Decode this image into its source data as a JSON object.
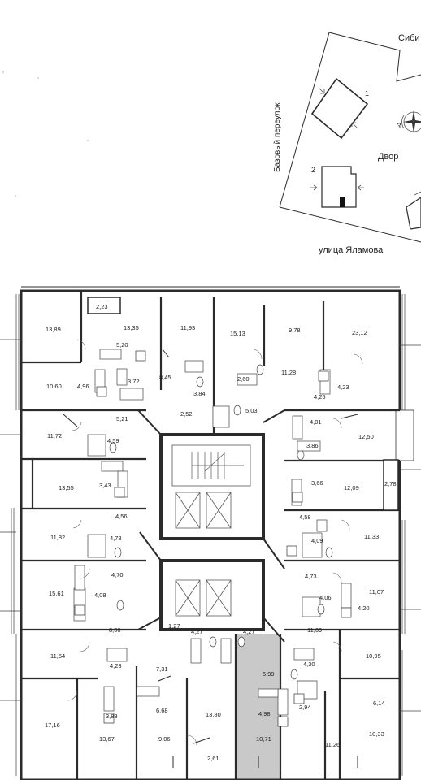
{
  "site_plan": {
    "street_top": "Сиби",
    "street_bottom": "улица Яламова",
    "street_left": "Базовый переулок",
    "courtyard": "Двор",
    "building_1": "1",
    "building_2": "2",
    "building_3": "3",
    "colors": {
      "highlight": "#2b2b2b",
      "line": "#2b2b2b"
    }
  },
  "floor_plan": {
    "highlight_color": "#c9c9c9",
    "wall_color": "#2b2b2b",
    "areas": {
      "a_2_23": "2,23",
      "a_13_89": "13,89",
      "a_13_35": "13,35",
      "a_11_93": "11,93",
      "a_15_13": "15,13",
      "a_9_78": "9,78",
      "a_23_12": "23,12",
      "a_5_20": "5,20",
      "a_10_60": "10,60",
      "a_4_96": "4,96",
      "a_3_72": "3,72",
      "a_8_45": "8,45",
      "a_3_84": "3,84",
      "a_2_60": "2,60",
      "a_11_28": "11,28",
      "a_4_25": "4,25",
      "a_4_23_top": "4,23",
      "a_5_03": "5,03",
      "a_2_52": "2,52",
      "a_5_21": "5,21",
      "a_11_72": "11,72",
      "a_4_59": "4,59",
      "a_4_01": "4,01",
      "a_3_86": "3,86",
      "a_12_50": "12,50",
      "a_13_55": "13,55",
      "a_3_43": "3,43",
      "a_3_66": "3,66",
      "a_12_09": "12,09",
      "a_2_78": "2,78",
      "a_4_56": "4,56",
      "a_4_58": "4,58",
      "a_11_82": "11,82",
      "a_4_78": "4,78",
      "a_4_09": "4,09",
      "a_11_33": "11,33",
      "a_4_70": "4,70",
      "a_4_73": "4,73",
      "a_15_61": "15,61",
      "a_4_08": "4,08",
      "a_4_06": "4,06",
      "a_11_07": "11,07",
      "a_4_20": "4,20",
      "a_8_06": "8,06",
      "a_1_27": "1,27",
      "a_4_27_a": "4,27",
      "a_4_27_b": "4,27",
      "a_11_69": "11,69",
      "a_11_54": "11,54",
      "a_4_23_bot": "4,23",
      "a_7_31": "7,31",
      "a_5_99": "5,99",
      "a_4_30": "4,30",
      "a_10_95": "10,95",
      "a_3_88": "3,88",
      "a_6_68": "6,68",
      "a_13_80": "13,80",
      "a_4_98": "4,98",
      "a_2_94": "2,94",
      "a_6_14": "6,14",
      "a_17_16": "17,16",
      "a_13_67": "13,67",
      "a_9_06": "9,06",
      "a_10_71": "10,71",
      "a_11_26": "11,26",
      "a_10_33": "10,33",
      "a_2_61": "2,61"
    }
  }
}
